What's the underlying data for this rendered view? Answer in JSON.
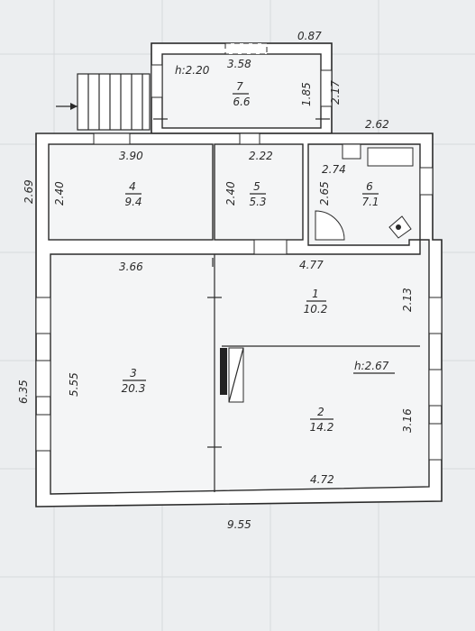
{
  "rooms": [
    {
      "num": "1",
      "area": "10.2"
    },
    {
      "num": "2",
      "area": "14.2"
    },
    {
      "num": "3",
      "area": "20.3"
    },
    {
      "num": "4",
      "area": "9.4"
    },
    {
      "num": "5",
      "area": "5.3"
    },
    {
      "num": "6",
      "area": "7.1"
    },
    {
      "num": "7",
      "area": "6.6"
    }
  ],
  "heights": {
    "porch": "h:2.20",
    "main": "h:2.67"
  },
  "dims": {
    "top_087": "0.87",
    "porch_358": "3.58",
    "porch_185": "1.85",
    "porch_217": "2.17",
    "w_262": "2.62",
    "w_390": "3.90",
    "w_222": "2.22",
    "w_274": "2.74",
    "h_269": "2.69",
    "h_240a": "2.40",
    "h_240b": "2.40",
    "h_265": "2.65",
    "w_366": "3.66",
    "w_477": "4.77",
    "h_213": "2.13",
    "h_635": "6.35",
    "h_555": "5.55",
    "h_316": "3.16",
    "w_472": "4.72",
    "w_955": "9.55"
  }
}
